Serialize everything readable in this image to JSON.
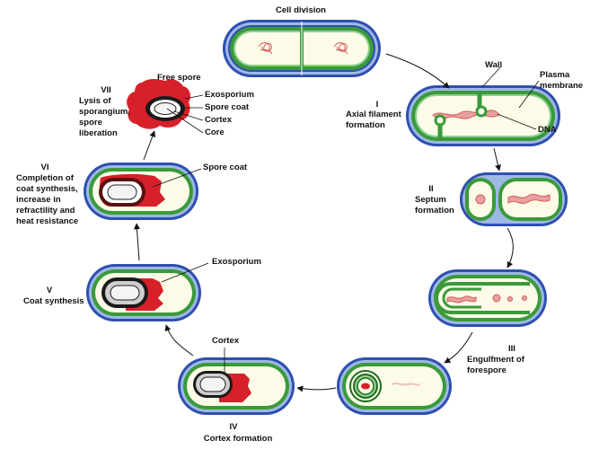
{
  "title": "Bacterial endospore formation cycle",
  "colors": {
    "wall_outer": "#2f4fb0",
    "wall_light": "#9fb8e6",
    "membrane": "#3a9a3a",
    "membrane_light": "#8fd08f",
    "cytoplasm": "#fbfbe8",
    "dna": "#d65a5a",
    "exosporium": "#d8202a",
    "coat": "#1a1a1a",
    "cortex": "#cfcfcf"
  },
  "stages": [
    {
      "id": "division",
      "numeral": "",
      "label": "Cell division"
    },
    {
      "id": "I",
      "numeral": "I",
      "label": "Axial filament\nformation"
    },
    {
      "id": "II",
      "numeral": "II",
      "label": "Septum\nformation"
    },
    {
      "id": "III",
      "numeral": "III",
      "label": "Engulfment of\nforespore"
    },
    {
      "id": "IV",
      "numeral": "IV",
      "label": "Cortex formation"
    },
    {
      "id": "V",
      "numeral": "V",
      "label": "Coat synthesis"
    },
    {
      "id": "VI",
      "numeral": "VI",
      "label": "Completion of\ncoat synthesis,\nincrease in\nrefractility and\nheat resistance"
    },
    {
      "id": "VII",
      "numeral": "VII",
      "label": "Lysis of\nsporangium,\nspore\nliberation"
    }
  ],
  "callouts": {
    "wall": "Wall",
    "plasma_membrane": "Plasma\nmembrane",
    "dna": "DNA",
    "free_spore": "Free spore",
    "exosporium_free": "Exosporium",
    "spore_coat_free": "Spore coat",
    "cortex_free": "Cortex",
    "core_free": "Core",
    "spore_coat_vi": "Spore coat",
    "exosporium_v": "Exosporium",
    "cortex_iv": "Cortex"
  }
}
